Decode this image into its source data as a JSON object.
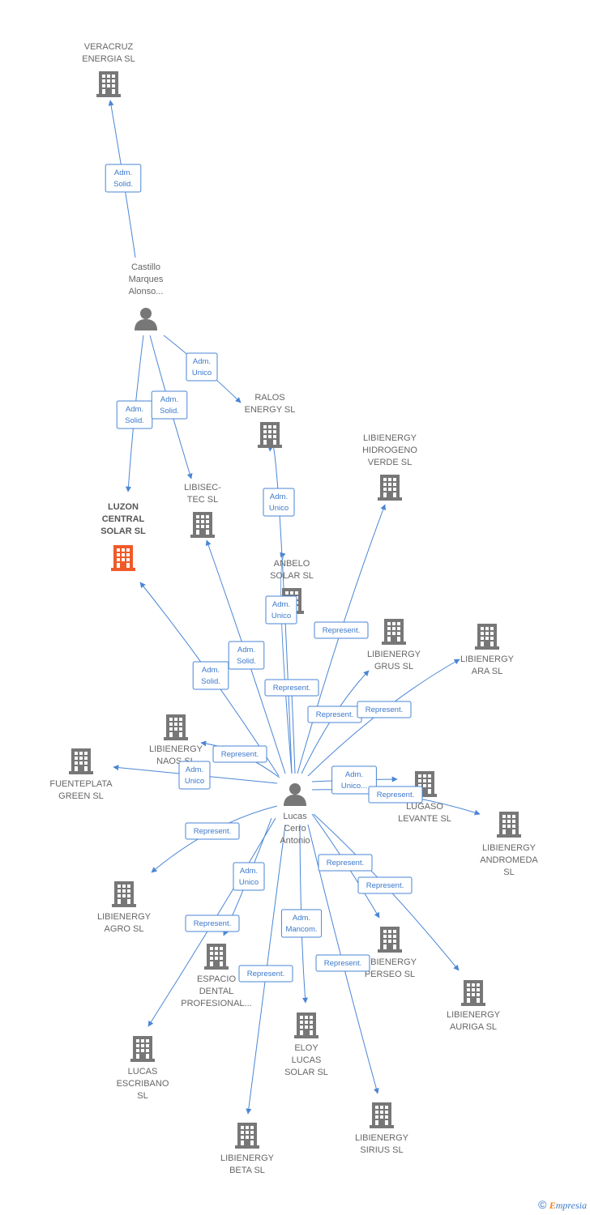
{
  "colors": {
    "edge": "#4a86d6",
    "company_icon": "#777777",
    "company_focus_icon": "#f05a28",
    "person_icon": "#777777",
    "label": "#666666"
  },
  "nodes": [
    {
      "id": "veracruz",
      "type": "company",
      "lines": [
        "VERACRUZ",
        "ENERGIA  SL"
      ]
    },
    {
      "id": "castillo",
      "type": "person",
      "lines": [
        "Castillo",
        "Marques",
        "Alonso..."
      ]
    },
    {
      "id": "ralos",
      "type": "company",
      "lines": [
        "RALOS",
        "ENERGY  SL"
      ]
    },
    {
      "id": "hidrogeno",
      "type": "company",
      "lines": [
        "LIBIENERGY",
        "HIDROGENO",
        "VERDE  SL"
      ]
    },
    {
      "id": "luzon",
      "type": "company",
      "focus": true,
      "lines": [
        "LUZON",
        "CENTRAL",
        "SOLAR  SL"
      ]
    },
    {
      "id": "libisec",
      "type": "company",
      "lines": [
        "LIBISEC-",
        "TEC  SL"
      ]
    },
    {
      "id": "anbelo",
      "type": "company",
      "lines": [
        "ANBELO",
        "SOLAR SL"
      ]
    },
    {
      "id": "grus",
      "type": "company",
      "lines": [
        "LIBIENERGY",
        "GRUS  SL"
      ]
    },
    {
      "id": "ara",
      "type": "company",
      "lines": [
        "LIBIENERGY",
        "ARA  SL"
      ]
    },
    {
      "id": "naos",
      "type": "company",
      "lines": [
        "LIBIENERGY",
        "NAOS  SL"
      ]
    },
    {
      "id": "fuenteplata",
      "type": "company",
      "lines": [
        "FUENTEPLATA",
        "GREEN  SL"
      ]
    },
    {
      "id": "lucas",
      "type": "person",
      "lines": [
        "Lucas",
        "Cerro",
        "Antonio"
      ]
    },
    {
      "id": "lugaso",
      "type": "company",
      "lines": [
        "LUGASO",
        "LEVANTE SL"
      ]
    },
    {
      "id": "andromeda",
      "type": "company",
      "lines": [
        "LIBIENERGY",
        "ANDROMEDA",
        "SL"
      ]
    },
    {
      "id": "agro",
      "type": "company",
      "lines": [
        "LIBIENERGY",
        "AGRO  SL"
      ]
    },
    {
      "id": "perseo",
      "type": "company",
      "lines": [
        "LIBIENERGY",
        "PERSEO  SL"
      ]
    },
    {
      "id": "espacio",
      "type": "company",
      "lines": [
        "ESPACIO",
        "DENTAL",
        "PROFESIONAL..."
      ]
    },
    {
      "id": "auriga",
      "type": "company",
      "lines": [
        "LIBIENERGY",
        "AURIGA  SL"
      ]
    },
    {
      "id": "eloy",
      "type": "company",
      "lines": [
        "ELOY",
        "LUCAS",
        "SOLAR SL"
      ]
    },
    {
      "id": "escribano",
      "type": "company",
      "lines": [
        "LUCAS",
        "ESCRIBANO",
        "SL"
      ]
    },
    {
      "id": "sirius",
      "type": "company",
      "lines": [
        "LIBIENERGY",
        "SIRIUS  SL"
      ]
    },
    {
      "id": "beta",
      "type": "company",
      "lines": [
        "LIBIENERGY",
        "BETA  SL"
      ]
    }
  ],
  "edges": [
    {
      "from": "castillo",
      "to": "veracruz",
      "lines": [
        "Adm.",
        "Solid."
      ]
    },
    {
      "from": "castillo",
      "to": "ralos",
      "lines": [
        "Adm.",
        "Unico"
      ]
    },
    {
      "from": "castillo",
      "to": "luzon",
      "lines": [
        "Adm.",
        "Solid."
      ]
    },
    {
      "from": "castillo",
      "to": "libisec",
      "lines": [
        "Adm.",
        "Solid."
      ]
    },
    {
      "from": "lucas",
      "to": "ralos",
      "lines": [
        "Adm.",
        "Unico"
      ]
    },
    {
      "from": "lucas",
      "to": "anbelo",
      "lines": [
        "Adm.",
        "Unico"
      ]
    },
    {
      "from": "lucas",
      "to": "libisec",
      "lines": [
        "Adm.",
        "Solid."
      ]
    },
    {
      "from": "lucas",
      "to": "luzon",
      "lines": [
        "Adm.",
        "Solid."
      ]
    },
    {
      "from": "lucas",
      "to": "hidrogeno",
      "lines": [
        "Represent."
      ]
    },
    {
      "from": "lucas",
      "to": "grus",
      "lines": [
        "Represent."
      ]
    },
    {
      "from": "lucas",
      "to": "ara",
      "lines": [
        "Represent."
      ]
    },
    {
      "from": "lucas",
      "to": "naos",
      "lines": [
        "Represent."
      ]
    },
    {
      "from": "lucas",
      "to": "fuenteplata",
      "lines": [
        "Adm.",
        "Unico"
      ]
    },
    {
      "from": "lucas",
      "to": "lugaso",
      "lines": [
        "Adm.",
        "Unico..."
      ]
    },
    {
      "from": "lucas",
      "to": "andromeda",
      "lines": [
        "Represent."
      ]
    },
    {
      "from": "lucas",
      "to": "agro",
      "lines": [
        "Represent."
      ]
    },
    {
      "from": "lucas",
      "to": "escribano",
      "lines": [
        "Represent."
      ]
    },
    {
      "from": "lucas",
      "to": "espacio",
      "lines": [
        "Adm.",
        "Unico"
      ]
    },
    {
      "from": "lucas",
      "to": "eloy",
      "lines": [
        "Adm.",
        "Mancom."
      ]
    },
    {
      "from": "lucas",
      "to": "beta",
      "lines": [
        "Represent."
      ]
    },
    {
      "from": "lucas",
      "to": "perseo",
      "lines": [
        "Represent."
      ]
    },
    {
      "from": "lucas",
      "to": "auriga",
      "lines": [
        "Represent."
      ]
    },
    {
      "from": "lucas",
      "to": "sirius",
      "lines": [
        "Represent."
      ]
    },
    {
      "from": "lucas",
      "to": "extra",
      "lines": [
        "Represent."
      ]
    }
  ],
  "brand": {
    "symbol": "©",
    "first": "E",
    "rest": "mpresia"
  }
}
